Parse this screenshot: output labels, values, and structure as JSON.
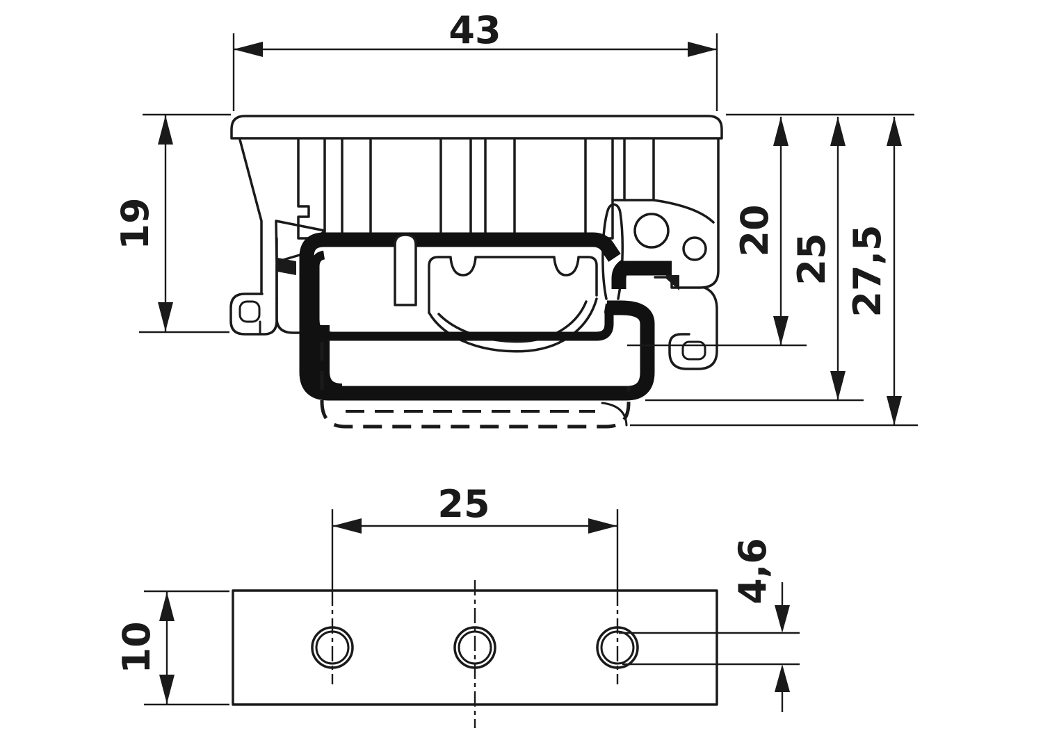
{
  "page": {
    "type": "technical-dimension-drawing",
    "background": "#ffffff",
    "ink_color": "#1a1a1a",
    "views": 2
  },
  "views": {
    "side": {
      "name": "side-section-view",
      "dims": {
        "overall_width": "43",
        "left_height": "19",
        "rail_depth_small": "20",
        "rail_depth_mid": "25",
        "rail_depth_full": "27,5"
      }
    },
    "bottom": {
      "name": "bottom-plate-view",
      "hole_count": 3,
      "dims": {
        "hole_pitch": "25",
        "plate_depth": "10",
        "hole_diameter": "4,6"
      }
    }
  }
}
